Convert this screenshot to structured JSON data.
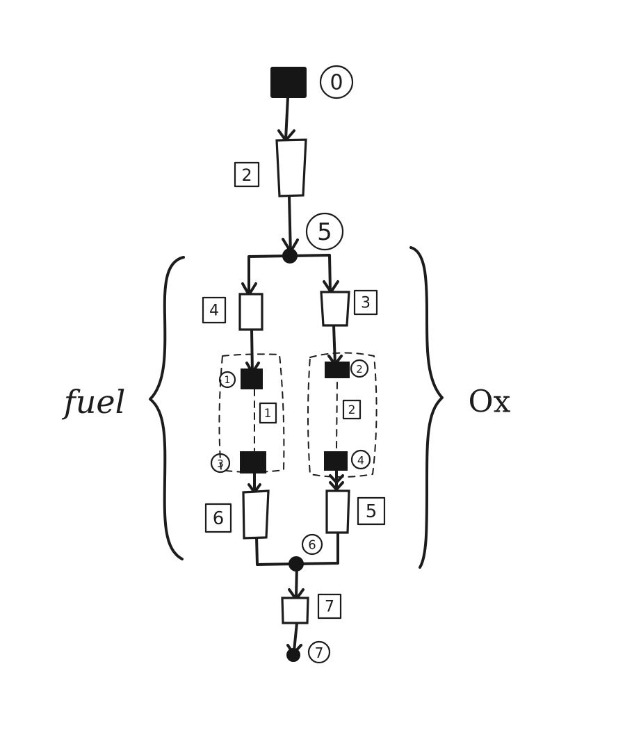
{
  "node_labels": {
    "top": "0",
    "split": "5",
    "fuel_upper": "1",
    "ox_upper": "2",
    "fuel_lower": "3",
    "ox_lower": "4",
    "merge": "6",
    "bottom": "7"
  },
  "element_labels": {
    "top_box": "2",
    "fuel_box_upper": "4",
    "ox_box_upper": "3",
    "fuel_dashed": "1",
    "ox_dashed": "2",
    "fuel_box_lower": "6",
    "ox_box_lower": "5",
    "bottom_box": "7"
  },
  "side_labels": {
    "left": "fuel",
    "right": "Ox"
  }
}
